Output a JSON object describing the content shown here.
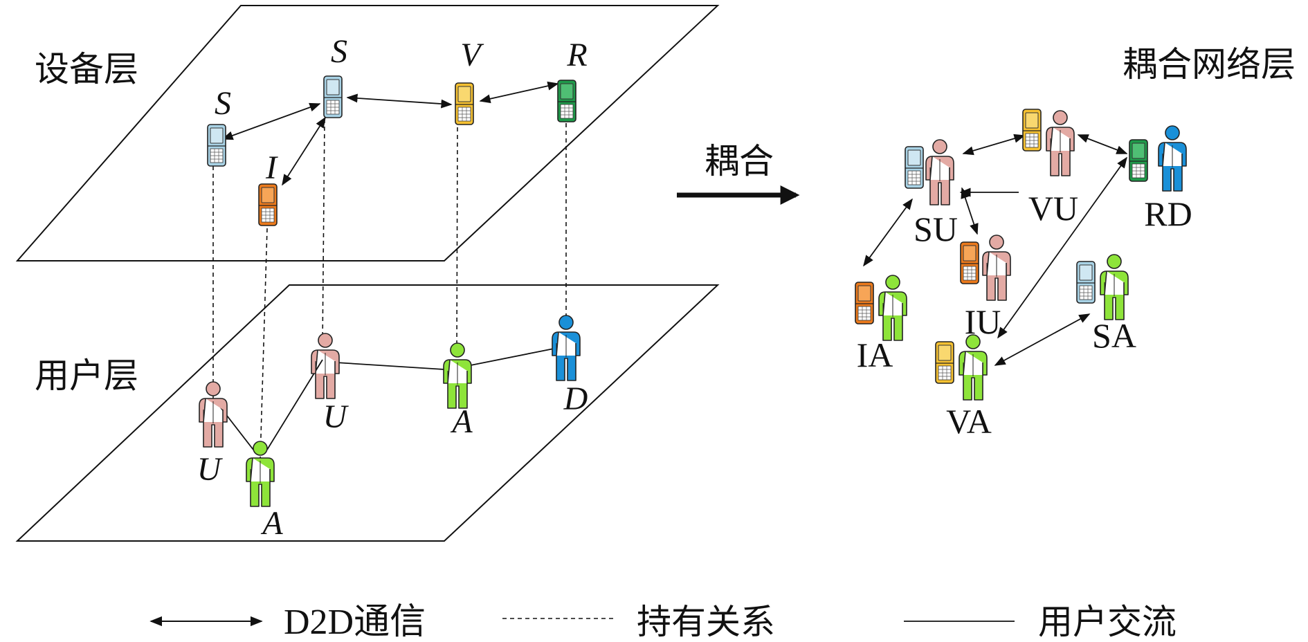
{
  "left_panel": {
    "device_layer_label": "设备层",
    "user_layer_label": "用户层",
    "device_nodes": [
      {
        "label": "S",
        "color": "#a9d3e6"
      },
      {
        "label": "S",
        "color": "#a9d3e6"
      },
      {
        "label": "I",
        "color": "#ec7a1c"
      },
      {
        "label": "V",
        "color": "#f6c131"
      },
      {
        "label": "R",
        "color": "#1f9a4a"
      }
    ],
    "user_nodes": [
      {
        "label": "U",
        "color": "#e3aaa4"
      },
      {
        "label": "A",
        "color": "#8ee43a"
      },
      {
        "label": "U",
        "color": "#e3aaa4"
      },
      {
        "label": "A",
        "color": "#8ee43a"
      },
      {
        "label": "D",
        "color": "#1a90d8"
      }
    ]
  },
  "arrow": {
    "label": "耦合"
  },
  "right_panel": {
    "title": "耦合网络层",
    "nodes": [
      {
        "label": "SU"
      },
      {
        "label": "VU"
      },
      {
        "label": "RD"
      },
      {
        "label": "IU"
      },
      {
        "label": "IA"
      },
      {
        "label": "SA"
      },
      {
        "label": "VA"
      }
    ]
  },
  "legend": {
    "d2d": "D2D通信",
    "ownership": "持有关系",
    "interaction": "用户交流"
  },
  "colors": {
    "phone_blue": "#a9d3e6",
    "phone_orange": "#ec7a1c",
    "phone_yellow": "#f6c131",
    "phone_green": "#1f9a4a",
    "user_pink": "#e3aaa4",
    "user_green": "#8ee43a",
    "user_blue": "#1a90d8"
  }
}
